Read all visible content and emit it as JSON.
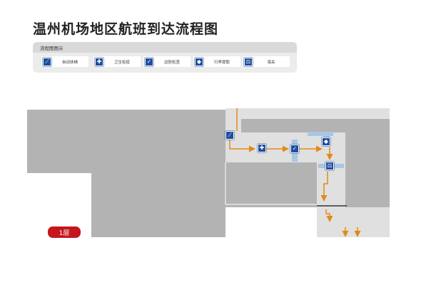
{
  "title": "温州机场地区航班到达流程图",
  "legend": {
    "heading": "流程图图示",
    "items": [
      {
        "label": "自动扶梯",
        "icon": "escalator-icon",
        "glyph": "⟋"
      },
      {
        "label": "卫生检疫",
        "icon": "health-quarantine-icon",
        "glyph": "✚"
      },
      {
        "label": "边防检查",
        "icon": "border-inspection-icon",
        "glyph": "✓"
      },
      {
        "label": "行李提取",
        "icon": "baggage-claim-icon",
        "glyph": "◆"
      },
      {
        "label": "海关",
        "icon": "customs-icon",
        "glyph": "⚖"
      }
    ]
  },
  "floor_label": "1层",
  "colors": {
    "flow_arrow": "#e08a16",
    "icon_blue": "#1f4e9c",
    "floor_badge": "#c4161c",
    "building_dark": "#b3b3b3",
    "building_light": "#e0e0e0",
    "highlight_blue": "#a9c6e6"
  }
}
